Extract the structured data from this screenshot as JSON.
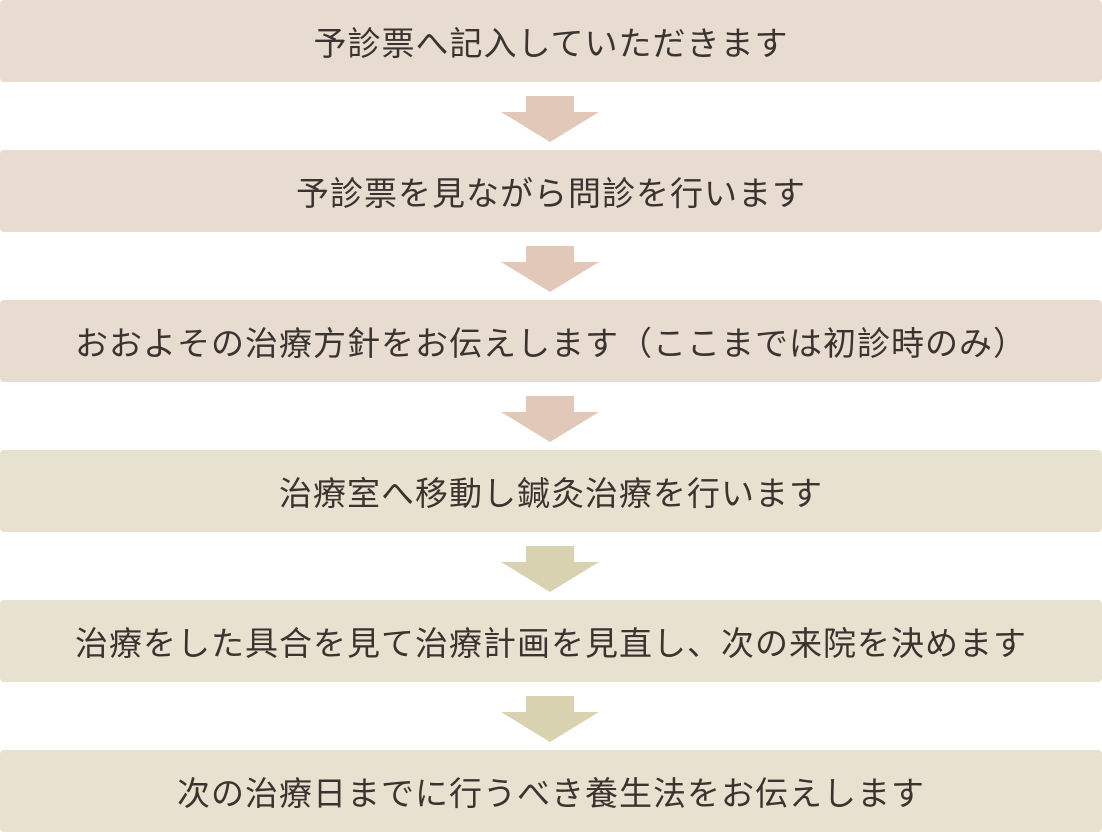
{
  "steps": [
    {
      "text": "予診票へ記入していただきます",
      "color": "#e8dcd0"
    },
    {
      "text": "予診票を見ながら問診を行います",
      "color": "#e8dcd0"
    },
    {
      "text": "おおよその治療方針をお伝えします（ここまでは初診時のみ）",
      "color": "#e8dcd0"
    },
    {
      "text": "治療室へ移動し鍼灸治療を行います",
      "color": "#e7e1d0"
    },
    {
      "text": "治療をした具合を見て治療計画を見直し、次の来院を決めます",
      "color": "#e7e1d0"
    },
    {
      "text": "次の治療日までに行うべき養生法をお伝えします",
      "color": "#e7e1d0"
    }
  ],
  "arrows": [
    {
      "color": "#e2c8b8"
    },
    {
      "color": "#e2c8b8"
    },
    {
      "color": "#e2c8b8"
    },
    {
      "color": "#d8d2b0"
    },
    {
      "color": "#d8d2b0"
    }
  ]
}
